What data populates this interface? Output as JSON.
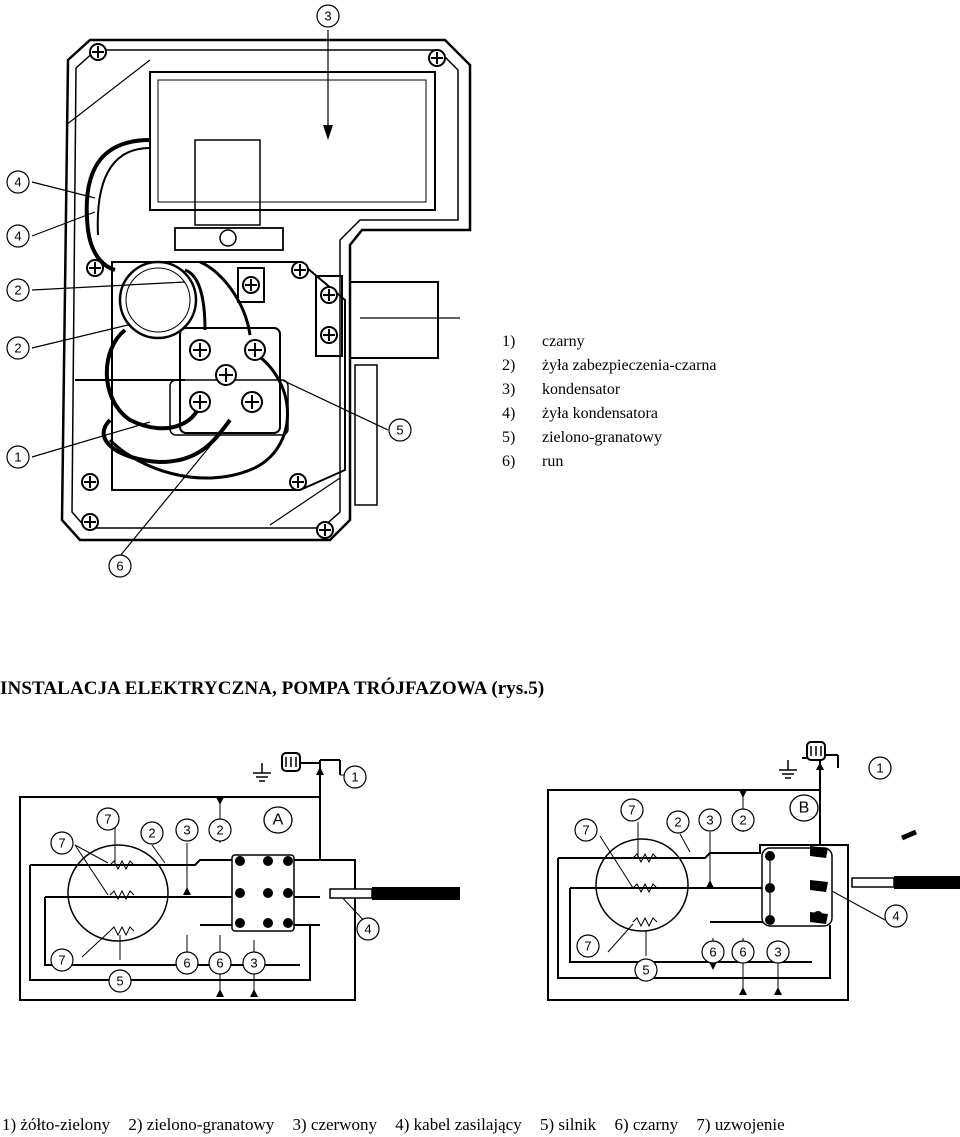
{
  "top_diagram": {
    "callouts": [
      "3",
      "4",
      "4",
      "2",
      "2",
      "1",
      "5",
      "6"
    ]
  },
  "legend_top": [
    {
      "num": "1)",
      "label": "czarny"
    },
    {
      "num": "2)",
      "label": "żyła zabezpieczenia-czarna"
    },
    {
      "num": "3)",
      "label": "kondensator"
    },
    {
      "num": "4)",
      "label": "żyła kondensatora"
    },
    {
      "num": "5)",
      "label": "zielono-granatowy"
    },
    {
      "num": "6)",
      "label": "run"
    }
  ],
  "section_title": "INSTALACJA ELEKTRYCZNA, POMPA TRÓJFAZOWA (rys.5)",
  "diagram_a": {
    "panel_label": "A",
    "callouts_top": [
      "1",
      "7",
      "2",
      "3",
      "2",
      "7"
    ],
    "callouts_bottom": [
      "7",
      "5",
      "6",
      "6",
      "3",
      "4"
    ]
  },
  "diagram_b": {
    "panel_label": "B",
    "callouts_top": [
      "1",
      "7",
      "2",
      "3",
      "2",
      "7"
    ],
    "callouts_bottom": [
      "7",
      "5",
      "6",
      "6",
      "3",
      "4"
    ]
  },
  "legend_bottom": [
    "1) żółto-zielony",
    "2) zielono-granatowy",
    "3) czerwony",
    "4) kabel zasilający",
    "5) silnik",
    "6) czarny",
    "7) uzwojenie"
  ]
}
